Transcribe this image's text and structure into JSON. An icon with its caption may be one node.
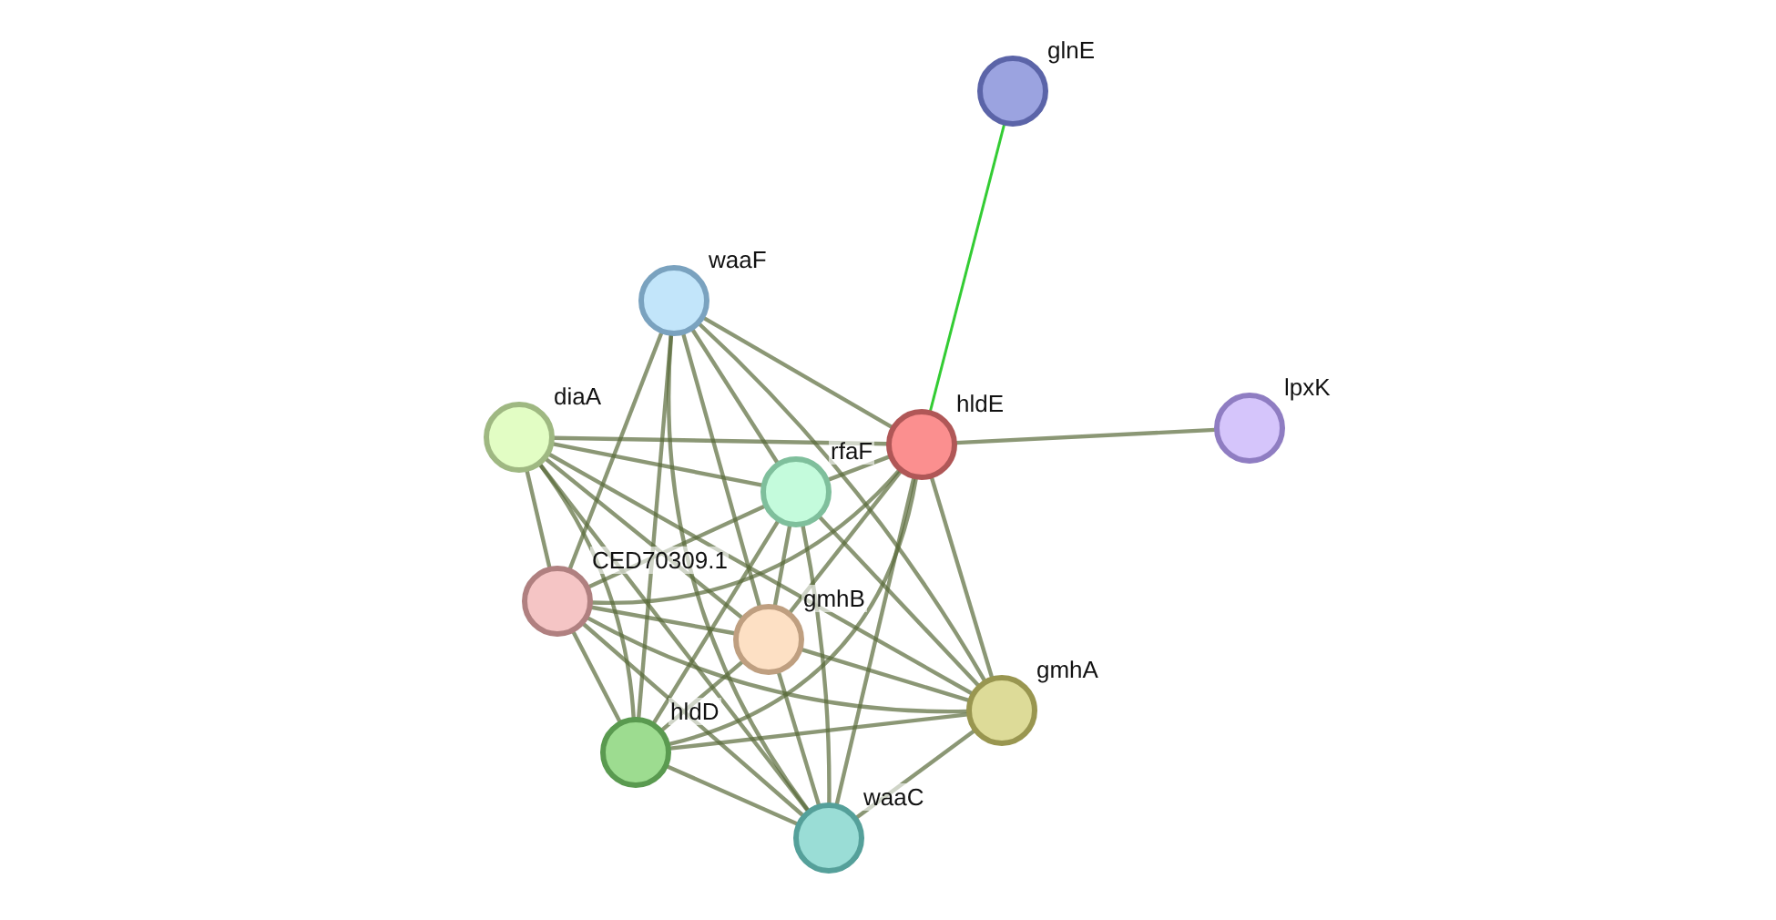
{
  "diagram": {
    "nodes": [
      {
        "text": [],
        "shape": "circle",
        "beside": [
          "glnE"
        ]
      },
      {
        "text": [],
        "shape": "circle",
        "beside": [
          "waaF"
        ]
      },
      {
        "text": [],
        "shape": "circle",
        "beside": [
          "diaA"
        ]
      },
      {
        "text": [],
        "shape": "circle",
        "beside": [
          "hldE"
        ]
      },
      {
        "text": [],
        "shape": "circle",
        "beside": [
          "lpxK"
        ]
      },
      {
        "text": [],
        "shape": "circle",
        "beside": [
          "rfaF"
        ]
      },
      {
        "text": [],
        "shape": "circle",
        "beside": [
          "CED70309.1"
        ]
      },
      {
        "text": [],
        "shape": "circle",
        "beside": [
          "gmhB"
        ]
      },
      {
        "text": [],
        "shape": "circle",
        "beside": [
          "gmhA"
        ]
      },
      {
        "text": [],
        "shape": "circle",
        "beside": [
          "hldD"
        ]
      },
      {
        "text": [],
        "shape": "circle",
        "beside": [
          "waaC"
        ]
      }
    ],
    "edges": [
      {
        "from": 0,
        "to": 3,
        "arrow": "none",
        "color": "#33cc33"
      },
      {
        "from": 3,
        "to": 4,
        "arrow": "none"
      },
      {
        "from": 1,
        "to": 3,
        "arrow": "none"
      },
      {
        "from": 1,
        "to": 5,
        "arrow": "none"
      },
      {
        "from": 1,
        "to": 6,
        "arrow": "none"
      },
      {
        "from": 1,
        "to": 7,
        "arrow": "none"
      },
      {
        "from": 1,
        "to": 8,
        "arrow": "none"
      },
      {
        "from": 1,
        "to": 9,
        "arrow": "none"
      },
      {
        "from": 1,
        "to": 10,
        "arrow": "none"
      },
      {
        "from": 2,
        "to": 3,
        "arrow": "none"
      },
      {
        "from": 2,
        "to": 5,
        "arrow": "none"
      },
      {
        "from": 2,
        "to": 6,
        "arrow": "none"
      },
      {
        "from": 2,
        "to": 7,
        "arrow": "none"
      },
      {
        "from": 2,
        "to": 8,
        "arrow": "none"
      },
      {
        "from": 2,
        "to": 9,
        "arrow": "none"
      },
      {
        "from": 2,
        "to": 10,
        "arrow": "none"
      },
      {
        "from": 3,
        "to": 5,
        "arrow": "none"
      },
      {
        "from": 3,
        "to": 6,
        "arrow": "none"
      },
      {
        "from": 3,
        "to": 7,
        "arrow": "none"
      },
      {
        "from": 3,
        "to": 8,
        "arrow": "none"
      },
      {
        "from": 3,
        "to": 9,
        "arrow": "none"
      },
      {
        "from": 3,
        "to": 10,
        "arrow": "none"
      },
      {
        "from": 5,
        "to": 6,
        "arrow": "none"
      },
      {
        "from": 5,
        "to": 7,
        "arrow": "none"
      },
      {
        "from": 5,
        "to": 8,
        "arrow": "none"
      },
      {
        "from": 5,
        "to": 9,
        "arrow": "none"
      },
      {
        "from": 5,
        "to": 10,
        "arrow": "none"
      },
      {
        "from": 6,
        "to": 7,
        "arrow": "none"
      },
      {
        "from": 6,
        "to": 8,
        "arrow": "none"
      },
      {
        "from": 6,
        "to": 9,
        "arrow": "none"
      },
      {
        "from": 6,
        "to": 10,
        "arrow": "none"
      },
      {
        "from": 7,
        "to": 8,
        "arrow": "none"
      },
      {
        "from": 7,
        "to": 9,
        "arrow": "none"
      },
      {
        "from": 7,
        "to": 10,
        "arrow": "none"
      },
      {
        "from": 8,
        "to": 9,
        "arrow": "none"
      },
      {
        "from": 8,
        "to": 10,
        "arrow": "none"
      },
      {
        "from": 9,
        "to": 10,
        "arrow": "none"
      }
    ]
  }
}
